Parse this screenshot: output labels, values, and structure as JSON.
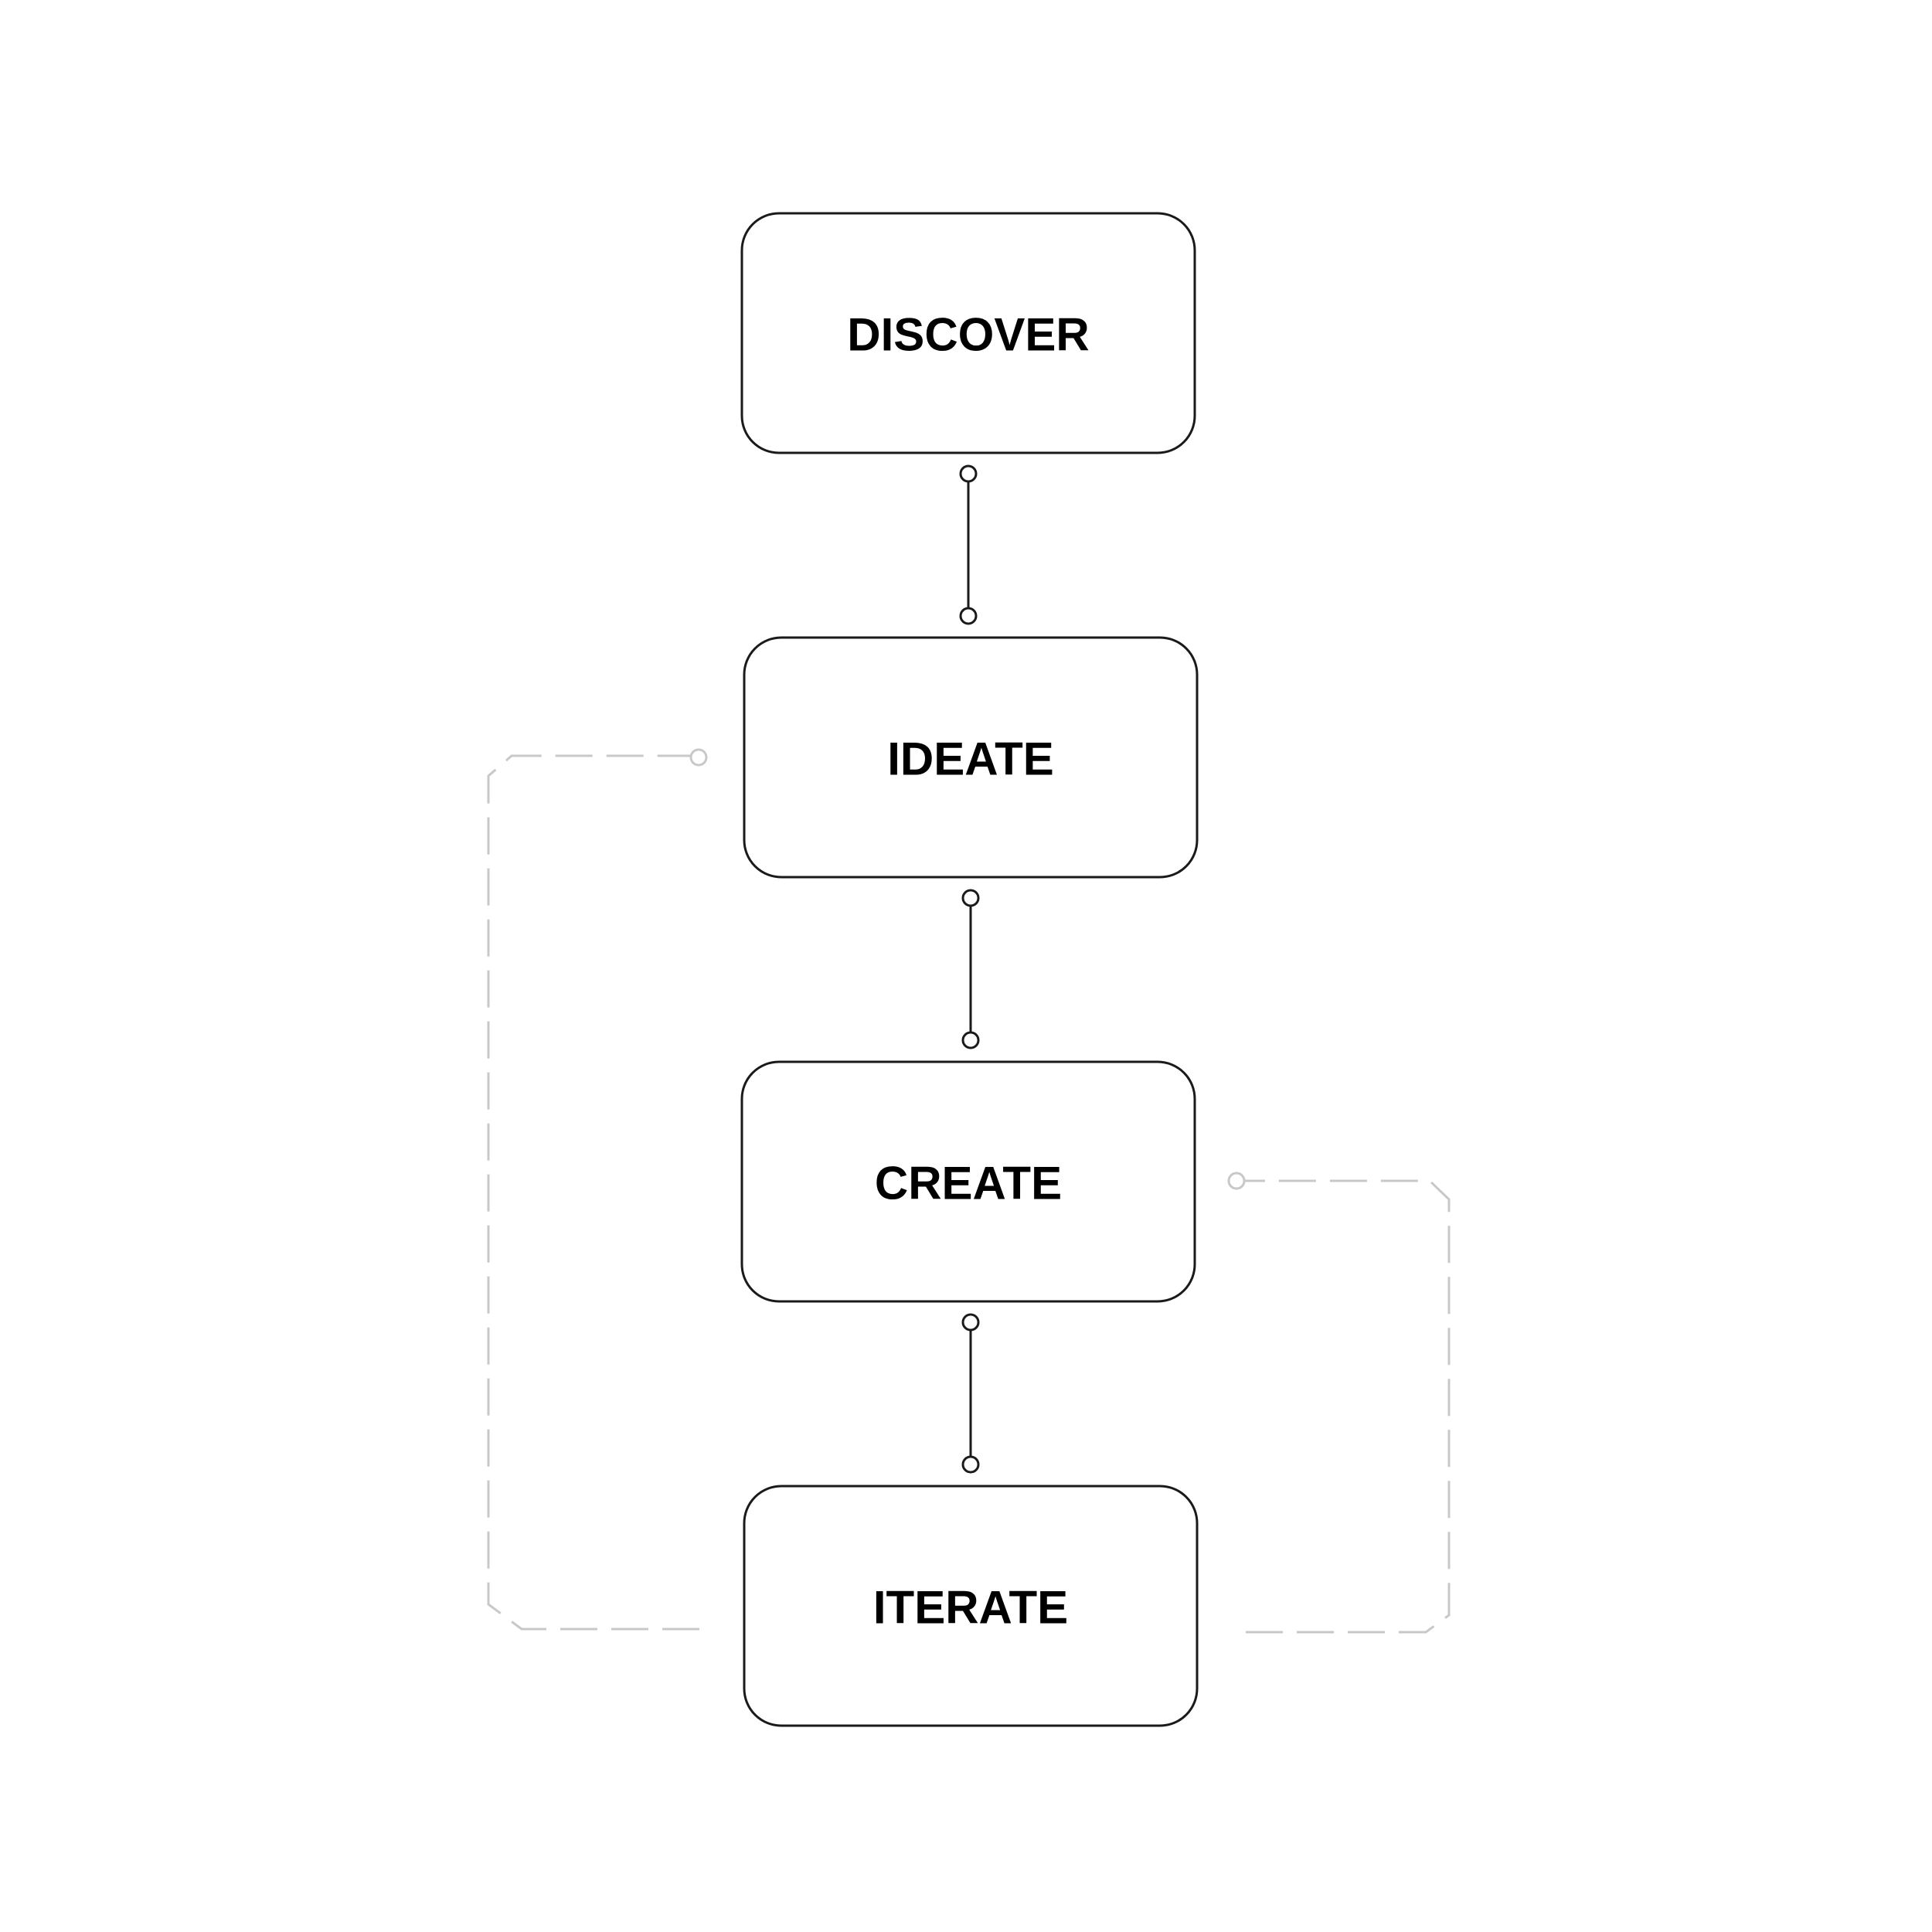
{
  "diagram": {
    "steps": [
      {
        "id": "discover",
        "label": "DISCOVER"
      },
      {
        "id": "ideate",
        "label": "IDEATE"
      },
      {
        "id": "create",
        "label": "CREATE"
      },
      {
        "id": "iterate",
        "label": "ITERATE"
      }
    ],
    "links": [
      {
        "from": "discover",
        "to": "ideate",
        "style": "solid"
      },
      {
        "from": "ideate",
        "to": "create",
        "style": "solid"
      },
      {
        "from": "create",
        "to": "iterate",
        "style": "solid"
      },
      {
        "from": "iterate",
        "to": "ideate",
        "style": "dashed",
        "side": "left"
      },
      {
        "from": "iterate",
        "to": "create",
        "style": "dashed",
        "side": "right"
      }
    ],
    "colors": {
      "box_stroke": "#1a1a1a",
      "label_text": "#000000",
      "loop_stroke": "#c8c8c8",
      "background": "#ffffff"
    }
  }
}
